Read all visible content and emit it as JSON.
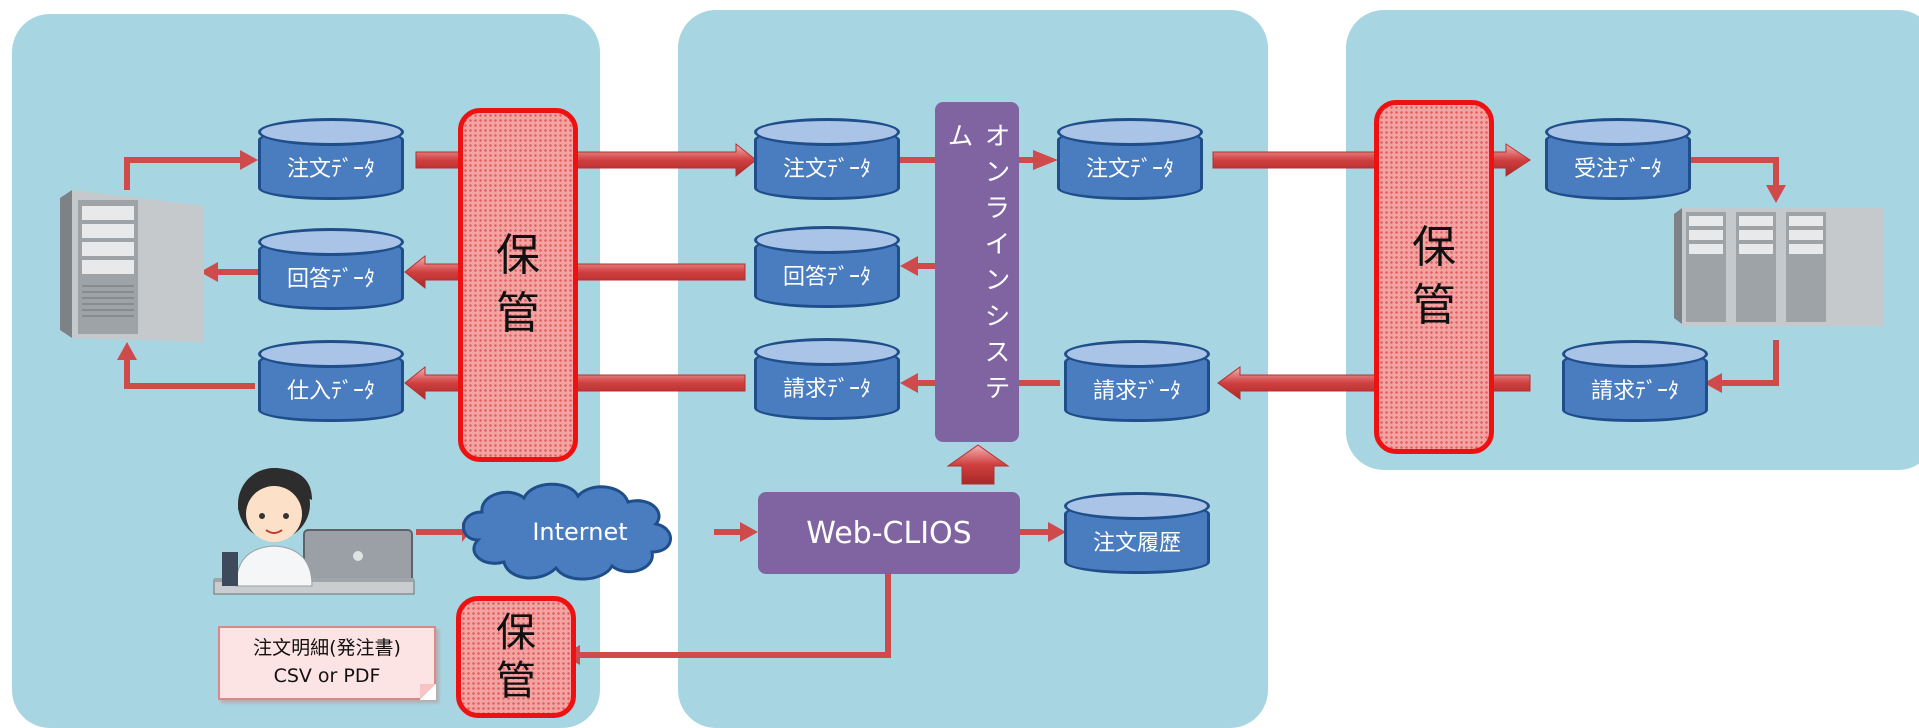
{
  "nodes": {
    "d_left_order": "注文ﾃﾞｰﾀ",
    "d_left_answer": "回答ﾃﾞｰﾀ",
    "d_left_purchase": "仕入ﾃﾞｰﾀ",
    "d_mid_order": "注文ﾃﾞｰﾀ",
    "d_mid_answer": "回答ﾃﾞｰﾀ",
    "d_mid_invoice": "請求ﾃﾞｰﾀ",
    "d_mid2_order": "注文ﾃﾞｰﾀ",
    "d_mid2_invoice": "請求ﾃﾞｰﾀ",
    "d_history": "注文履歴",
    "d_right_received": "受注ﾃﾞｰﾀ",
    "d_right_invoice": "請求ﾃﾞｰﾀ"
  },
  "storage": {
    "line1": "保",
    "line2": "管"
  },
  "online_system": "オンラインシステム",
  "webclios": "Web-CLIOS",
  "internet": "Internet",
  "note": {
    "line1": "注文明細(発注書)",
    "line2": "CSV or PDF"
  },
  "colors": {
    "panel": "#a8d5e2",
    "arrow": "#cf4a4a",
    "db": "#4a7cc0",
    "purple": "#8064a2"
  }
}
